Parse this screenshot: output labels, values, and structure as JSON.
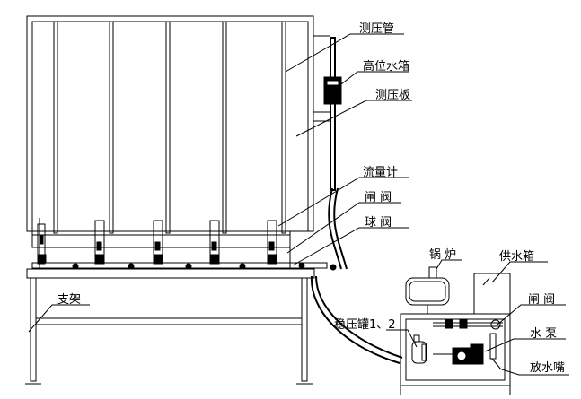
{
  "labels": {
    "piezometer_tube": "测压管",
    "high_water_tank": "高位水箱",
    "piezometer_board": "测压板",
    "flowmeter": "流量计",
    "gate_valve_upper": "闸 阀",
    "ball_valve": "球 阀",
    "boiler": "锅 炉",
    "supply_tank": "供水箱",
    "gate_valve_lower": "闸 阀",
    "support": "支架",
    "pressure_tanks": "稳压罐1、2",
    "water_pump": "水 泵",
    "drain_nozzle": "放水嘴"
  }
}
